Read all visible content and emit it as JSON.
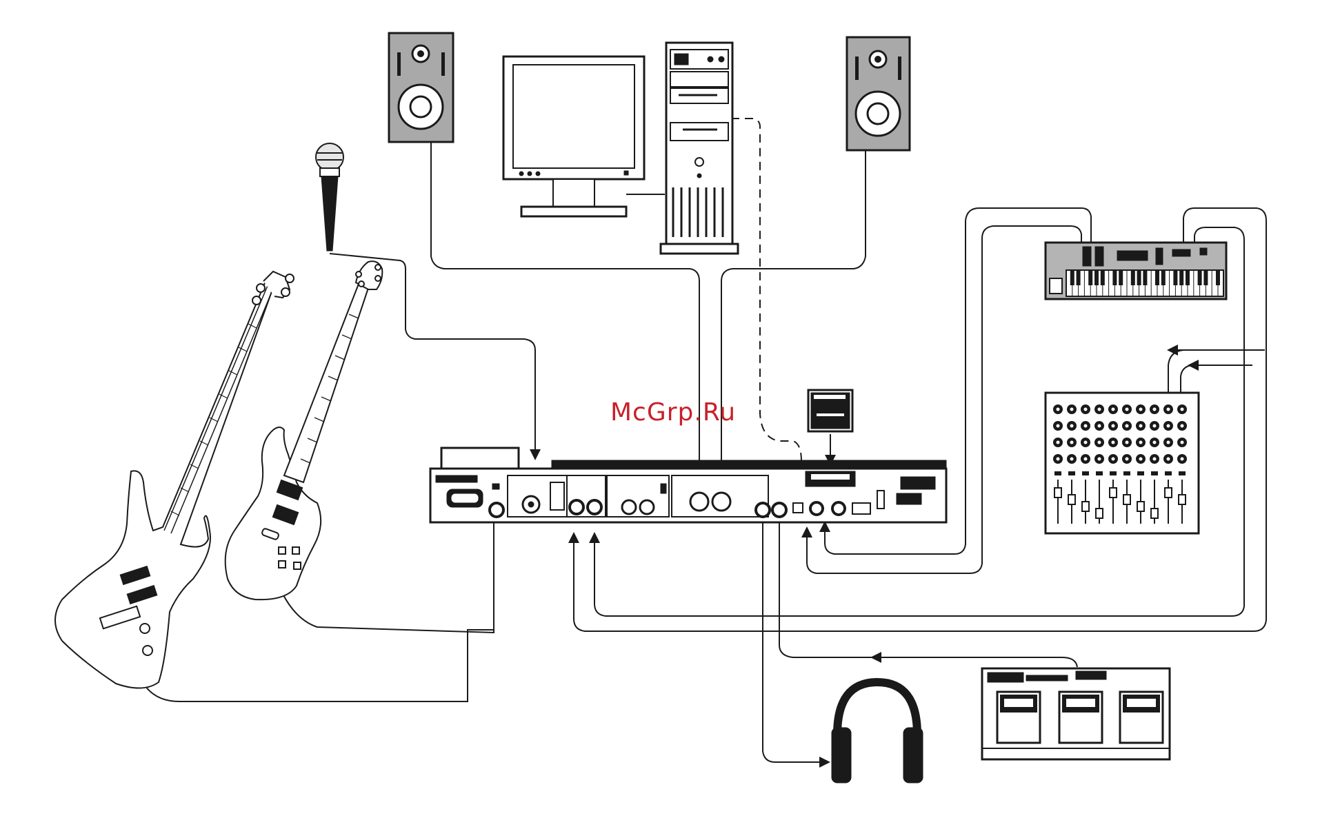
{
  "watermark": {
    "text": "McGrp.Ru",
    "color": "#c8202a"
  },
  "colors": {
    "line": "#1a1a1a",
    "speaker_fill": "#a9a9a9",
    "keyboard_fill": "#b4b4b4",
    "background": "#ffffff"
  },
  "devices": [
    {
      "id": "main-unit",
      "icon": "rack-processor-icon"
    },
    {
      "id": "computer-monitor",
      "icon": "monitor-icon"
    },
    {
      "id": "computer-tower",
      "icon": "tower-pc-icon"
    },
    {
      "id": "left-monitor-speaker",
      "icon": "speaker-icon"
    },
    {
      "id": "right-monitor-speaker",
      "icon": "speaker-icon"
    },
    {
      "id": "microphone",
      "icon": "microphone-icon"
    },
    {
      "id": "bass-guitar",
      "icon": "bass-guitar-icon"
    },
    {
      "id": "electric-guitar",
      "icon": "guitar-icon"
    },
    {
      "id": "compact-flash-card",
      "icon": "memory-card-icon"
    },
    {
      "id": "keyboard-synth",
      "icon": "keyboard-icon"
    },
    {
      "id": "mixer",
      "icon": "mixer-icon"
    },
    {
      "id": "headphones",
      "icon": "headphones-icon"
    },
    {
      "id": "footswitch",
      "icon": "footswitch-icon"
    }
  ]
}
